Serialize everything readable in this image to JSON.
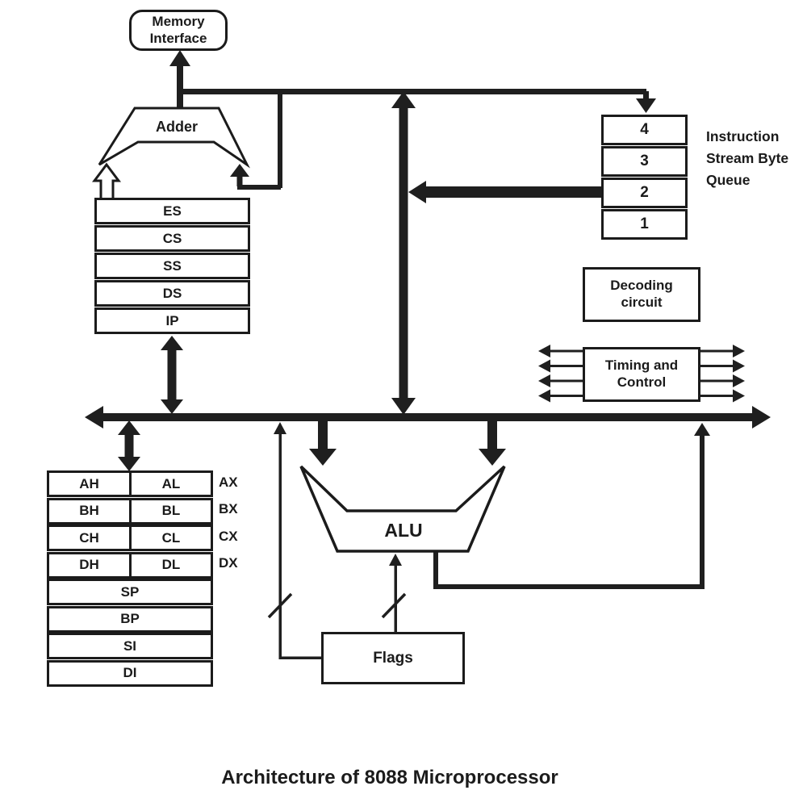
{
  "title": "Architecture of 8088 Microprocessor",
  "memory_interface": {
    "label": "Memory Interface"
  },
  "adder": {
    "label": "Adder"
  },
  "segment_registers": [
    "ES",
    "CS",
    "SS",
    "DS",
    "IP"
  ],
  "queue": {
    "cells": [
      "4",
      "3",
      "2",
      "1"
    ],
    "caption": "Instruction Stream Byte Queue"
  },
  "decoding": {
    "label": "Decoding circuit"
  },
  "timing": {
    "label": "Timing and Control"
  },
  "alu": {
    "label": "ALU"
  },
  "flags": {
    "label": "Flags"
  },
  "registers": {
    "split_rows": [
      {
        "high": "AH",
        "low": "AL",
        "name": "AX"
      },
      {
        "high": "BH",
        "low": "BL",
        "name": "BX"
      },
      {
        "high": "CH",
        "low": "CL",
        "name": "CX"
      },
      {
        "high": "DH",
        "low": "DL",
        "name": "DX"
      }
    ],
    "full_rows": [
      "SP",
      "BP",
      "SI",
      "DI"
    ]
  },
  "colors": {
    "ink": "#1b1b1b",
    "background": "#ffffff"
  }
}
